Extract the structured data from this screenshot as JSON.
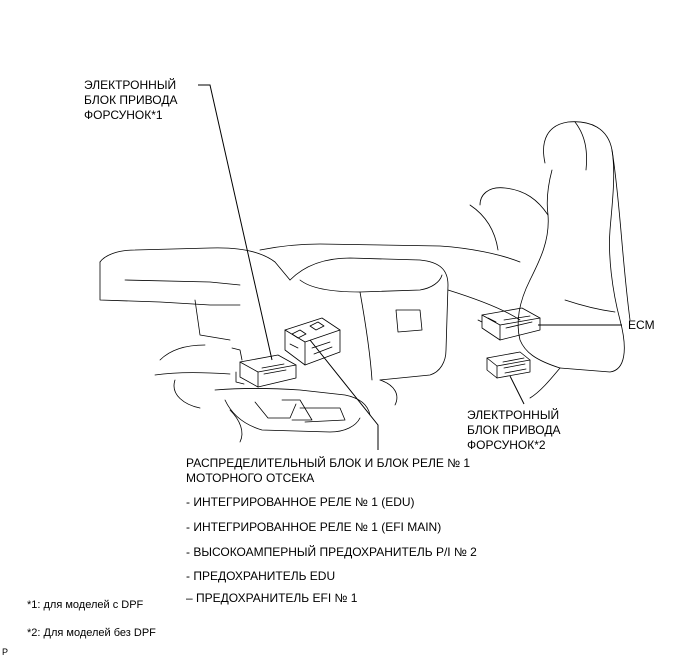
{
  "labels": {
    "edu1": "ЭЛЕКТРОННЫЙ\nБЛОК ПРИВОДА\nФОРСУНОК*1",
    "ecm": "ECM",
    "edu2": "ЭЛЕКТРОННЫЙ\nБЛОК ПРИВОДА\nФОРСУНОК*2",
    "junction_block": "РАСПРЕДЕЛИТЕЛЬНЫЙ БЛОК И БЛОК РЕЛЕ № 1\nМОТОРНОГО ОТСЕКА"
  },
  "components": [
    "- ИНТЕГРИРОВАННОЕ РЕЛЕ № 1 (EDU)",
    "- ИНТЕГРИРОВАННОЕ РЕЛЕ № 1 (EFI MAIN)",
    "- ВЫСОКОАМПЕРНЫЙ ПРЕДОХРАНИТЕЛЬ P/I № 2",
    "- ПРЕДОХРАНИТЕЛЬ EDU",
    "– ПРЕДОХРАНИТЕЛЬ EFI № 1"
  ],
  "footnotes": {
    "note1": "*1: для моделей с DPF",
    "note2": "*2: Для моделей без DPF"
  },
  "corner_mark": "P"
}
